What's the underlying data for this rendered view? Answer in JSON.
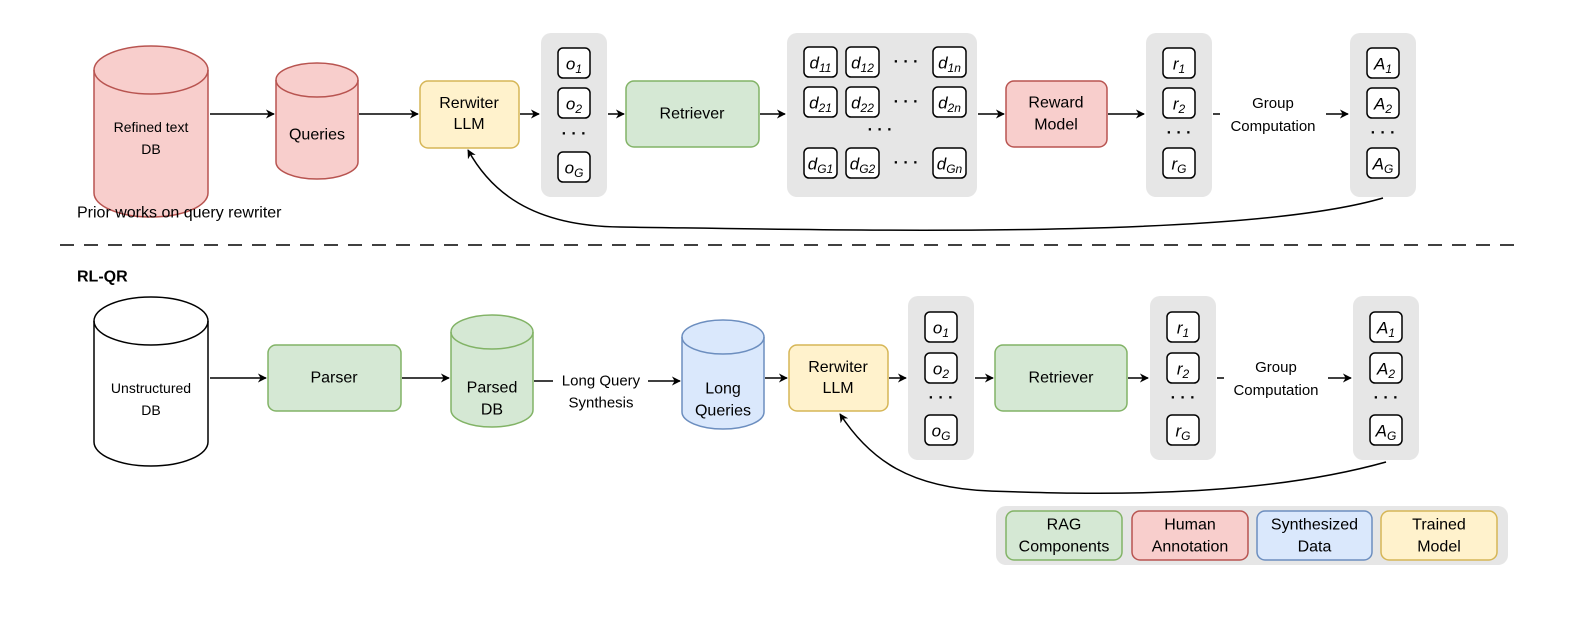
{
  "colors": {
    "red_fill": "#f8cecc",
    "red_stroke": "#b85450",
    "green_fill": "#d5e8d4",
    "green_stroke": "#82b366",
    "blue_fill": "#dae8fc",
    "blue_stroke": "#6c8ebf",
    "yellow_fill": "#fff2cc",
    "yellow_stroke": "#d6b656",
    "group_fill": "#e6e6e6"
  },
  "top": {
    "caption": "Prior works on query rewriter",
    "db": [
      "Refined text",
      "DB"
    ],
    "queries": "Queries",
    "rewriter": [
      "Rerwiter",
      "LLM"
    ],
    "retriever": "Retriever",
    "reward": [
      "Reward",
      "Model"
    ],
    "group_comp": [
      "Group",
      "Computation"
    ]
  },
  "bottom": {
    "title": "RL-QR",
    "db": [
      "Unstructured",
      "DB"
    ],
    "parser": "Parser",
    "parsed": [
      "Parsed",
      "DB"
    ],
    "synth": [
      "Long Query",
      "Synthesis"
    ],
    "long": [
      "Long",
      "Queries"
    ],
    "rewriter": [
      "Rerwiter",
      "LLM"
    ],
    "retriever": "Retriever",
    "group_comp": [
      "Group",
      "Computation"
    ]
  },
  "legend": [
    {
      "label": [
        "RAG",
        "Components"
      ],
      "fill": "#d5e8d4",
      "stroke": "#82b366"
    },
    {
      "label": [
        "Human",
        "Annotation"
      ],
      "fill": "#f8cecc",
      "stroke": "#b85450"
    },
    {
      "label": [
        "Synthesized",
        "Data"
      ],
      "fill": "#dae8fc",
      "stroke": "#6c8ebf"
    },
    {
      "label": [
        "Trained",
        "Model"
      ],
      "fill": "#fff2cc",
      "stroke": "#d6b656"
    }
  ],
  "symbols": {
    "o": {
      "base": "o",
      "subs": [
        "1",
        "2",
        "G"
      ]
    },
    "r": {
      "base": "r",
      "subs": [
        "1",
        "2",
        "G"
      ]
    },
    "A": {
      "base": "A",
      "subs": [
        "1",
        "2",
        "G"
      ]
    },
    "d_rows": [
      {
        "base": "d",
        "subs": [
          "11",
          "12",
          "1n"
        ]
      },
      {
        "base": "d",
        "subs": [
          "21",
          "22",
          "2n"
        ]
      },
      {
        "base": "d",
        "subs": [
          "G1",
          "G2",
          "Gn"
        ]
      }
    ],
    "dots": "· · ·"
  }
}
